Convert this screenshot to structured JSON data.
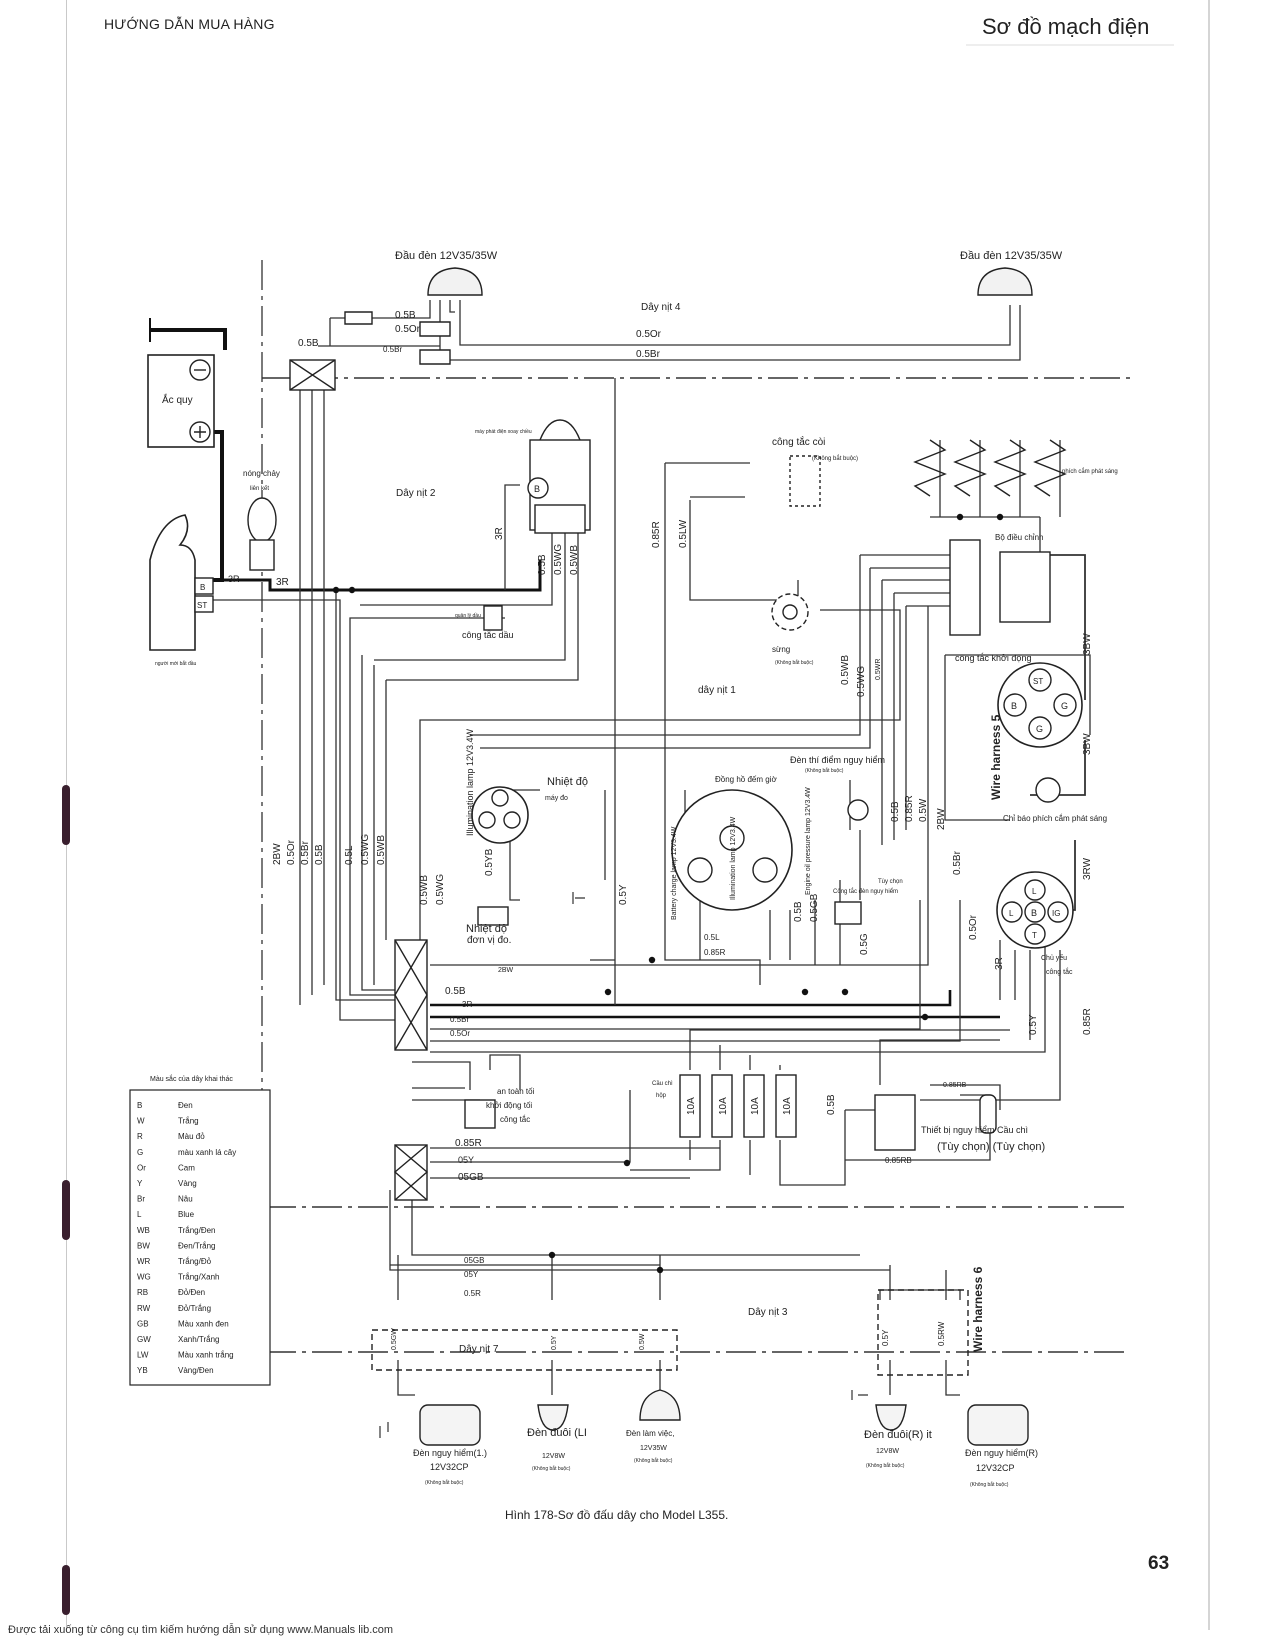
{
  "header": {
    "left": "HƯỚNG DẪN MUA HÀNG",
    "right": "Sơ đồ mạch điện"
  },
  "page_number": "63",
  "caption": "Hình 178-Sơ đồ đấu dây cho Model L355.",
  "footer": "Được tải xuống từ công cụ tìm kiếm hướng dẫn sử dụng www.Manuals lib.com",
  "components": {
    "headlight_left": "Đầu đèn 12V35/35W",
    "headlight_right": "Đầu đèn 12V35/35W",
    "battery": "Ắc quy",
    "fuse_label": "nóng chảy",
    "fuse_sub": "liên kết",
    "starter_sub": "người mới bắt đầu",
    "generator_sub": "máy phát điện xoay chiều",
    "oil_pressure_switch": "công tắc dầu",
    "oil_pressure_sub": "quản lý dầu",
    "horn_switch": "công tắc còi",
    "horn_switch_sub": "(Không bắt buộc)",
    "horn": "sừng",
    "horn_sub": "(Không bắt buộc)",
    "glow_plugs": "phích cắm phát sáng",
    "regulator": "Bộ điều chỉnh",
    "starter_switch": "công tắc khởi động",
    "glow_indicator": "Chỉ báo phích cắm phát sáng",
    "main_switch": "Chủ yếu",
    "main_switch_sub": "công tắc",
    "temp_gauge": "Nhiệt độ",
    "temp_gauge_sub": "máy đo",
    "temp_sender": "Nhiệt độ",
    "temp_sender_sub": "đơn vị đo.",
    "hour_meter": "Đồng hồ đếm giờ",
    "hazard_timing_lamp": "Đèn thí điểm nguy hiểm",
    "hazard_timing_sub": "(Không bắt buộc)",
    "turn_label": "Tùy chọn",
    "hazard_switch": "Công tắc đèn nguy hiểm",
    "safety_switch_1": "an toàn tối",
    "safety_switch_2": "khởi động tối",
    "safety_switch_3": "công tắc",
    "fuse_box": "Cầu chì",
    "fuse_box_sub": "hộp",
    "hazard_unit": "Thiết bị nguy hiểm Cầu chì",
    "hazard_unit_opt": "(Tùy chọn) (Tùy chọn)",
    "illum_lamp_rot": "Illumination lamp 12V3.4W",
    "illum_lamp2_rot": "Illumination lamp 12V3.4W",
    "battery_charge_rot": "Battery charge lamp 12V3.4W",
    "oil_lamp_rot": "Engine oil pressure lamp 12V3.4W"
  },
  "harnesses": {
    "h1": "dây nịt 1",
    "h2": "Dây nịt 2",
    "h3": "Dây nịt 3",
    "h4": "Dây nịt 4",
    "h5": "Wire harness 5",
    "h6": "Wire harness 6",
    "h7": "Dây nịt 7"
  },
  "wires": {
    "w05B": "0.5B",
    "w05Or": "0.5Or",
    "w05Br": "0.5Br",
    "w05B_top": "0.5B",
    "w3R": "3R",
    "w3R_b": "3R",
    "w3R_c": "3R",
    "w085R": "0.85R",
    "w05LW": "0.5LW",
    "w05B_g": "0.5B",
    "w05WG": "0.5WG",
    "w05WB": "0.5WB",
    "w2BW": "2BW",
    "w05Or_v": "0.5Or",
    "w05Br_v": "0.5Br",
    "w05B_v": "0.5B",
    "w05L": "0.5L",
    "w05WG_v": "0.5WG",
    "w05WB_v": "0.5WB",
    "w05YB": "0.5YB",
    "w05Y": "0.5Y",
    "w3BW": "3BW",
    "w3BW_b": "3BW",
    "w3RW": "3RW",
    "w05WR": "0.5WR",
    "w5B": "0.5B",
    "w85R": "0.85R",
    "w5W": "0.5W",
    "w2BW_b": "2BW",
    "w05Br_r": "0.5Br",
    "w05Or_r": "0.5Or",
    "w05Y_r": "0.5Y",
    "w085R_r": "0.85R",
    "w05GB": "0.5GB",
    "w05G": "0.5G",
    "w05L_h": "0.5L",
    "w085R_h": "0.85R",
    "w28W": "2BW",
    "bus_05B": "0.5B",
    "bus_3R": "3R",
    "bus_05Br": "0.5Br",
    "bus_05Or": "0.5Or",
    "w085RB": "0.85RB",
    "w085RB_b": "0.85RB",
    "lw085R": "0.85R",
    "lw05Y": "05Y",
    "lw05GB": "05GB",
    "bw05GB": "05GB",
    "bw05Y": "05Y",
    "bw05R": "0.5R",
    "c_05GW": "0.5GW",
    "c_05Y": "0.5Y",
    "c_05W": "0.5W",
    "c_05Y_r": "0.5Y",
    "c_05RW": "0.5RW"
  },
  "fuses": [
    "10A",
    "10A",
    "10A",
    "10A"
  ],
  "lamps": {
    "hazard_left": "Đèn nguy hiểm(1.)",
    "hazard_left_spec": "12V32CP",
    "hazard_left_opt": "(Không bắt buộc)",
    "tail_left": "Đèn đuôi (LI",
    "tail_left_spec": "12V8W",
    "tail_left_opt": "(Không bắt buộc)",
    "work_lamp": "Đèn làm việc,",
    "work_lamp_spec": "12V35W",
    "work_lamp_opt": "(Không bắt buộc)",
    "tail_right": "Đèn đuôi(R) it",
    "tail_right_spec": "12V8W",
    "tail_right_opt": "(Không bắt buộc)",
    "hazard_right": "Đèn nguy hiểm(R)",
    "hazard_right_spec": "12V32CP",
    "hazard_right_opt": "(Không bắt buộc)"
  },
  "legend": {
    "title": "Màu sắc của dây khai thác",
    "rows": [
      {
        "code": "B",
        "color": "Đen"
      },
      {
        "code": "W",
        "color": "Trắng"
      },
      {
        "code": "R",
        "color": "Màu đỏ"
      },
      {
        "code": "G",
        "color": "màu xanh lá cây"
      },
      {
        "code": "Or",
        "color": "Cam"
      },
      {
        "code": "Y",
        "color": "Vàng"
      },
      {
        "code": "Br",
        "color": "Nâu"
      },
      {
        "code": "L",
        "color": "Blue"
      },
      {
        "code": "WB",
        "color": "Trắng/Đen"
      },
      {
        "code": "BW",
        "color": "Đen/Trắng"
      },
      {
        "code": "WR",
        "color": "Trắng/Đỏ"
      },
      {
        "code": "WG",
        "color": "Trắng/Xanh"
      },
      {
        "code": "RB",
        "color": "Đỏ/Đen"
      },
      {
        "code": "RW",
        "color": "Đỏ/Trắng"
      },
      {
        "code": "GB",
        "color": "Màu xanh đen"
      },
      {
        "code": "GW",
        "color": "Xanh/Trắng"
      },
      {
        "code": "LW",
        "color": "Màu xanh trắng"
      },
      {
        "code": "YB",
        "color": "Vàng/Đen"
      }
    ]
  },
  "starter_terminals": {
    "B": "B",
    "ST": "ST"
  },
  "switch_terminals": {
    "B": "B",
    "ST": "ST",
    "G": "G",
    "G2": "G"
  },
  "main_terminals": {
    "L": "L",
    "B": "B",
    "IG": "IG",
    "T": "T",
    "Lr": "L"
  },
  "generator_terminal": "B"
}
